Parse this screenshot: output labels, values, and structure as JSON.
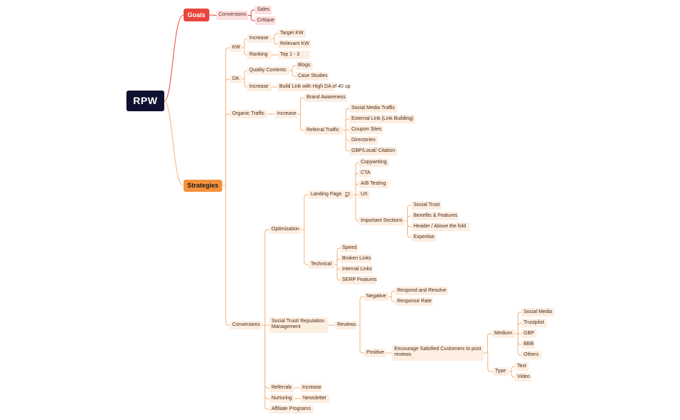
{
  "colors": {
    "root": "#101030",
    "goals": "#e8453c",
    "strategies": "#f5913c",
    "goals_line": "#e8453c",
    "strategies_line": "#f5b27a",
    "node_fill": "#fdeee2",
    "goals_sub_fill": "#fbe0df"
  },
  "root": {
    "label": "RPW"
  },
  "goals": {
    "label": "Goals",
    "conversions": {
      "label": "Conversions",
      "children": [
        "Sales",
        "Critique"
      ]
    }
  },
  "strategies": {
    "label": "Strategies",
    "kw": {
      "label": "KW",
      "increase": {
        "label": "Increase",
        "children": [
          "Target KW",
          "Relevant KW"
        ]
      },
      "ranking": {
        "label": "Ranking",
        "child": "Top 1 - 3"
      }
    },
    "da": {
      "label": "DA",
      "quality": {
        "label": "Quality Contents",
        "children": [
          "Blogs",
          "Case Studies"
        ]
      },
      "increase": {
        "label": "Increase",
        "child": "Build Link with High DA of 40 up"
      }
    },
    "organic": {
      "label": "Organic Traffic",
      "increase": {
        "label": "Increase",
        "brand": "Brand Awareness",
        "referral": {
          "label": "Referral Traffic",
          "children": [
            "Social Media Traffic",
            "External Link (Link Building)",
            "Coupon Sites",
            "Directories",
            "GBP/Local/ Citation"
          ]
        }
      }
    },
    "conversions": {
      "label": "Conversions",
      "optimization": {
        "label": "Optimization",
        "landing": {
          "label": "Landing Page",
          "items": [
            "Copywriting",
            "CTA",
            "A/B Testing",
            "UX"
          ],
          "important": {
            "label": "Important Sections",
            "children": [
              "Social Trust",
              "Benefits & Features",
              "Header / Above the fold",
              "Expertise"
            ]
          }
        },
        "technical": {
          "label": "Technical",
          "children": [
            "Speed",
            "Broken Links",
            "Internal Links",
            "SERP Features"
          ]
        }
      },
      "social": {
        "label": "Social Trust/ Reputation Management",
        "reviews": {
          "label": "Reviews",
          "negative": {
            "label": "Negative",
            "children": [
              "Respond and Resolve",
              "Response Rate"
            ]
          },
          "positive": {
            "label": "Positive",
            "encourage": {
              "label": "Encourage Satisfied Customers to post reviews",
              "medium": {
                "label": "Medium",
                "children": [
                  "Social Media",
                  "Trustpilot",
                  "GBP",
                  "BBB",
                  "Others"
                ]
              },
              "type": {
                "label": "Type",
                "children": [
                  "Text",
                  "Video"
                ]
              }
            }
          }
        }
      },
      "referrals": {
        "label": "Referrals",
        "child": "Increase"
      },
      "nurturing": {
        "label": "Nurturing",
        "child": "Newsletter"
      },
      "affiliate": {
        "label": "Affiliate Programs"
      }
    }
  }
}
